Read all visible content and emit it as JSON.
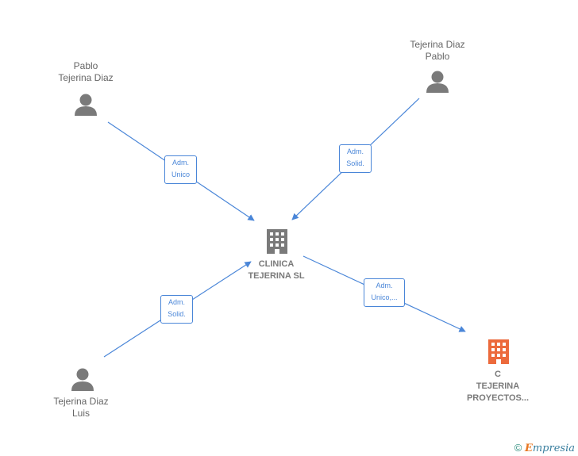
{
  "people": [
    {
      "line1": "Pablo",
      "line2": "Tejerina Diaz"
    },
    {
      "line1": "Tejerina Diaz",
      "line2": "Pablo"
    },
    {
      "line1": "Tejerina Diaz",
      "line2": "Luis"
    }
  ],
  "companies": [
    {
      "line1": "CLINICA",
      "line2": "TEJERINA SL",
      "line3": "",
      "color": "#7a7a7a"
    },
    {
      "line1": "C",
      "line2": "TEJERINA",
      "line3": "PROYECTOS...",
      "color": "#ec6a3c"
    }
  ],
  "edges": [
    {
      "line1": "Adm.",
      "line2": "Unico"
    },
    {
      "line1": "Adm.",
      "line2": "Solid."
    },
    {
      "line1": "Adm.",
      "line2": "Solid."
    },
    {
      "line1": "Adm.",
      "line2": "Unico,..."
    }
  ],
  "colors": {
    "edge": "#4a86d8",
    "person_icon": "#7a7a7a",
    "label_text": "#666666"
  },
  "footer": {
    "copyright": "©",
    "brand_first": "E",
    "brand_rest": "mpresia"
  }
}
